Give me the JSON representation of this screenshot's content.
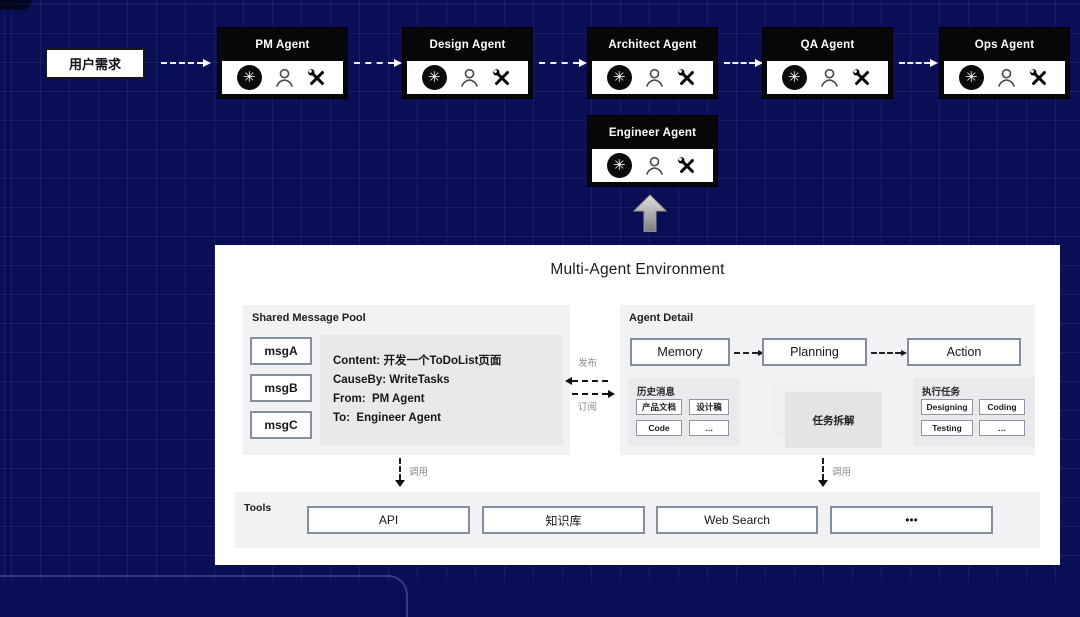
{
  "background": {
    "color": "#0a0e54",
    "grid_line_color": "#5a6ed2"
  },
  "user_request": {
    "label": "用户需求"
  },
  "agents": [
    {
      "name": "PM Agent"
    },
    {
      "name": "Design Agent"
    },
    {
      "name": "Architect Agent"
    },
    {
      "name": "QA Agent"
    },
    {
      "name": "Ops Agent"
    },
    {
      "name": "Engineer Agent"
    }
  ],
  "agent_icons": [
    "openai-logo",
    "person",
    "crossed-tools"
  ],
  "environment": {
    "title": "Multi-Agent Environment",
    "shared_message_pool": {
      "label": "Shared Message Pool",
      "messages": [
        "msgA",
        "msgB",
        "msgC"
      ],
      "message_detail": [
        "Content: 开发一个ToDoList页面",
        "CauseBy: WriteTasks",
        "From:  PM Agent",
        "To:  Engineer Agent"
      ]
    },
    "pubsub": {
      "publish_label": "发布",
      "subscribe_label": "订阅"
    },
    "agent_detail": {
      "label": "Agent Detail",
      "pipeline": [
        "Memory",
        "Planning",
        "Action"
      ],
      "history": {
        "label": "历史消息",
        "chips": [
          "产品文档",
          "设计稿",
          "Code",
          "…"
        ]
      },
      "task_decompose": {
        "label": "任务拆解"
      },
      "execute": {
        "label": "执行任务",
        "chips": [
          "Designing",
          "Coding",
          "Testing",
          "…"
        ]
      }
    },
    "invoke": {
      "left_label": "调用",
      "right_label": "调用"
    },
    "tools": {
      "label": "Tools",
      "items": [
        "API",
        "知识库",
        "Web Search",
        "•••"
      ]
    }
  },
  "colors": {
    "agent_box": "#070709",
    "panel": "#ffffff",
    "section_bg": "#f2f2f4",
    "inner_bg": "#e9e9eb",
    "box_border": "#838f9d",
    "arrow_white": "#ffffff",
    "arrow_dark": "#161616",
    "up_arrow_top": "#e2e2e2",
    "up_arrow_bottom": "#7d7d7d"
  }
}
